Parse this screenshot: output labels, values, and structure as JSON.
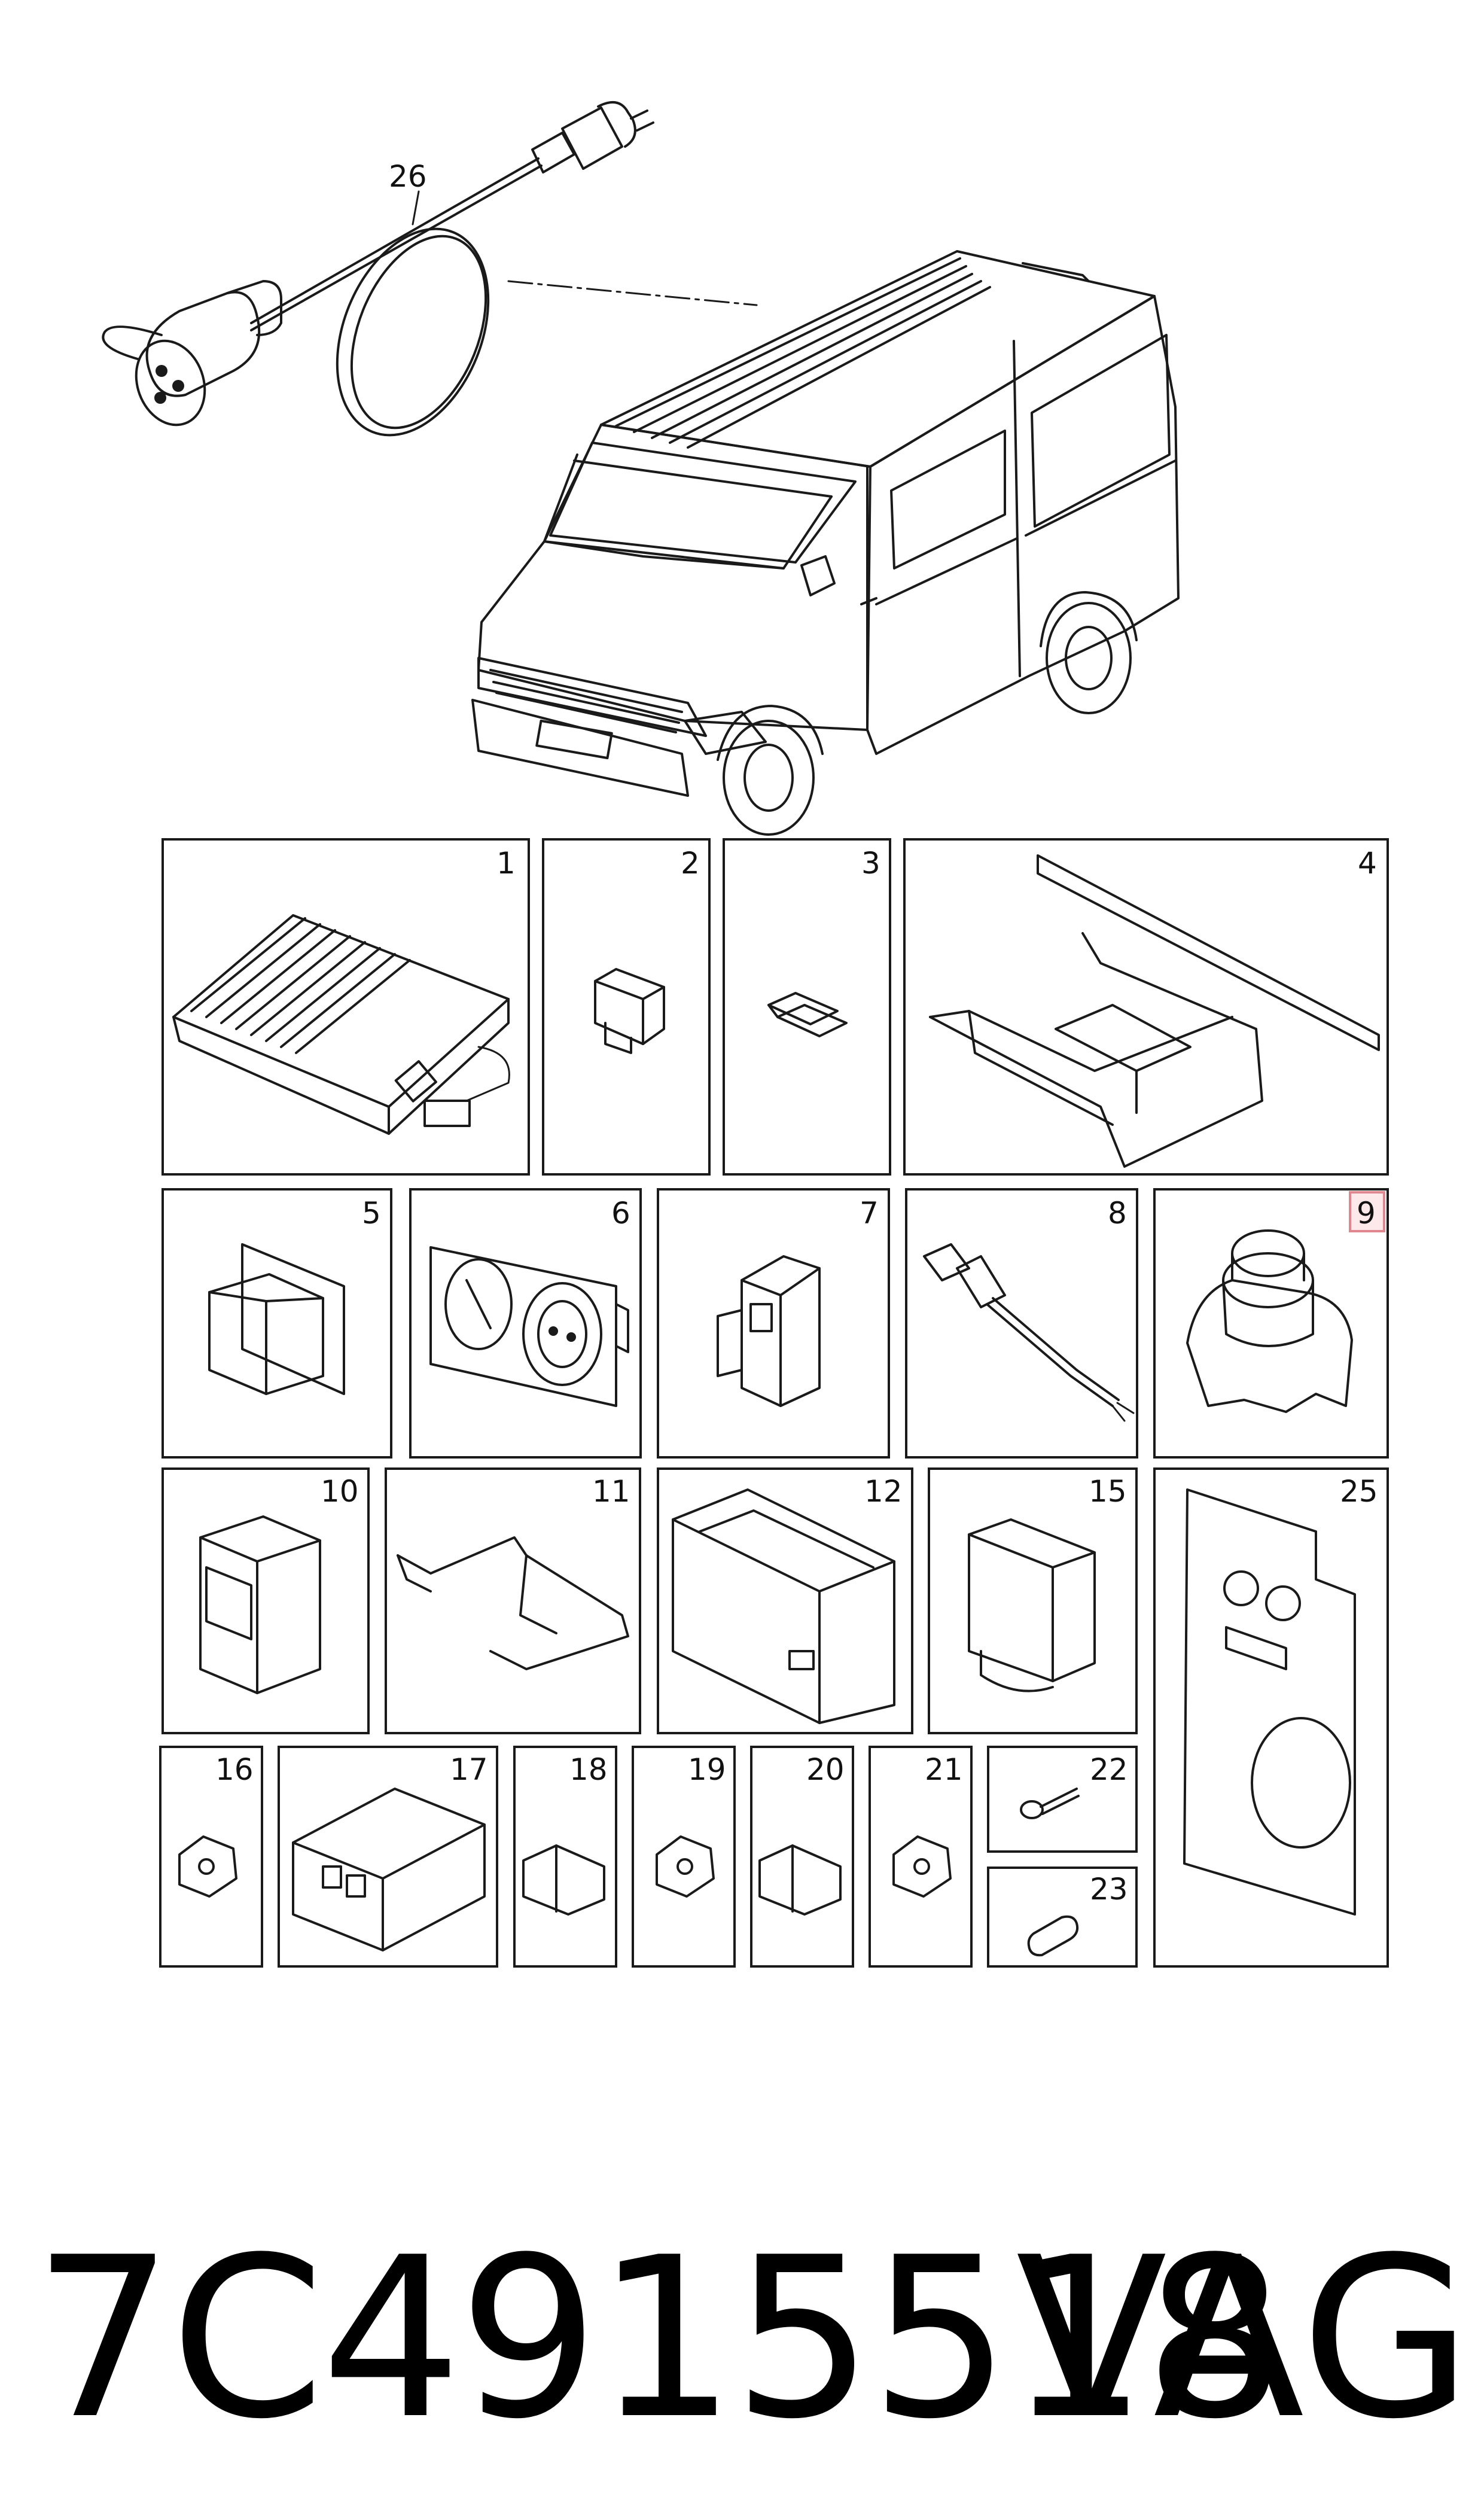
{
  "diagram": {
    "callout_top": "26",
    "highlighted": "9",
    "panels": [
      {
        "id": "p1",
        "label": "1",
        "icon": "battery-charger-icon"
      },
      {
        "id": "p2",
        "label": "2",
        "icon": "switch-icon"
      },
      {
        "id": "p3",
        "label": "3",
        "icon": "clip-icon"
      },
      {
        "id": "p4",
        "label": "4",
        "icon": "mounting-bracket-icon"
      },
      {
        "id": "p5",
        "label": "5",
        "icon": "external-socket-icon"
      },
      {
        "id": "p6",
        "label": "6",
        "icon": "socket-panel-icon"
      },
      {
        "id": "p7",
        "label": "7",
        "icon": "circuit-breaker-icon"
      },
      {
        "id": "p8",
        "label": "8",
        "icon": "wiring-harness-icon"
      },
      {
        "id": "p9",
        "label": "9",
        "icon": "rotary-switch-icon"
      },
      {
        "id": "p10",
        "label": "10",
        "icon": "relay-box-icon"
      },
      {
        "id": "p11",
        "label": "11",
        "icon": "bracket-icon"
      },
      {
        "id": "p12",
        "label": "12",
        "icon": "control-unit-icon"
      },
      {
        "id": "p15",
        "label": "15",
        "icon": "relay-icon"
      },
      {
        "id": "p25",
        "label": "25",
        "icon": "cover-plate-icon"
      },
      {
        "id": "p16",
        "label": "16",
        "icon": "connector-icon"
      },
      {
        "id": "p17",
        "label": "17",
        "icon": "fuse-box-icon"
      },
      {
        "id": "p18",
        "label": "18",
        "icon": "connector-icon"
      },
      {
        "id": "p19",
        "label": "19",
        "icon": "connector-icon"
      },
      {
        "id": "p20",
        "label": "20",
        "icon": "connector-icon"
      },
      {
        "id": "p21",
        "label": "21",
        "icon": "connector-icon"
      },
      {
        "id": "p22",
        "label": "22",
        "icon": "screw-icon"
      },
      {
        "id": "p23",
        "label": "23",
        "icon": "cap-icon"
      }
    ]
  },
  "footer": {
    "part_number": "7C4915518",
    "brand": "VAG"
  }
}
